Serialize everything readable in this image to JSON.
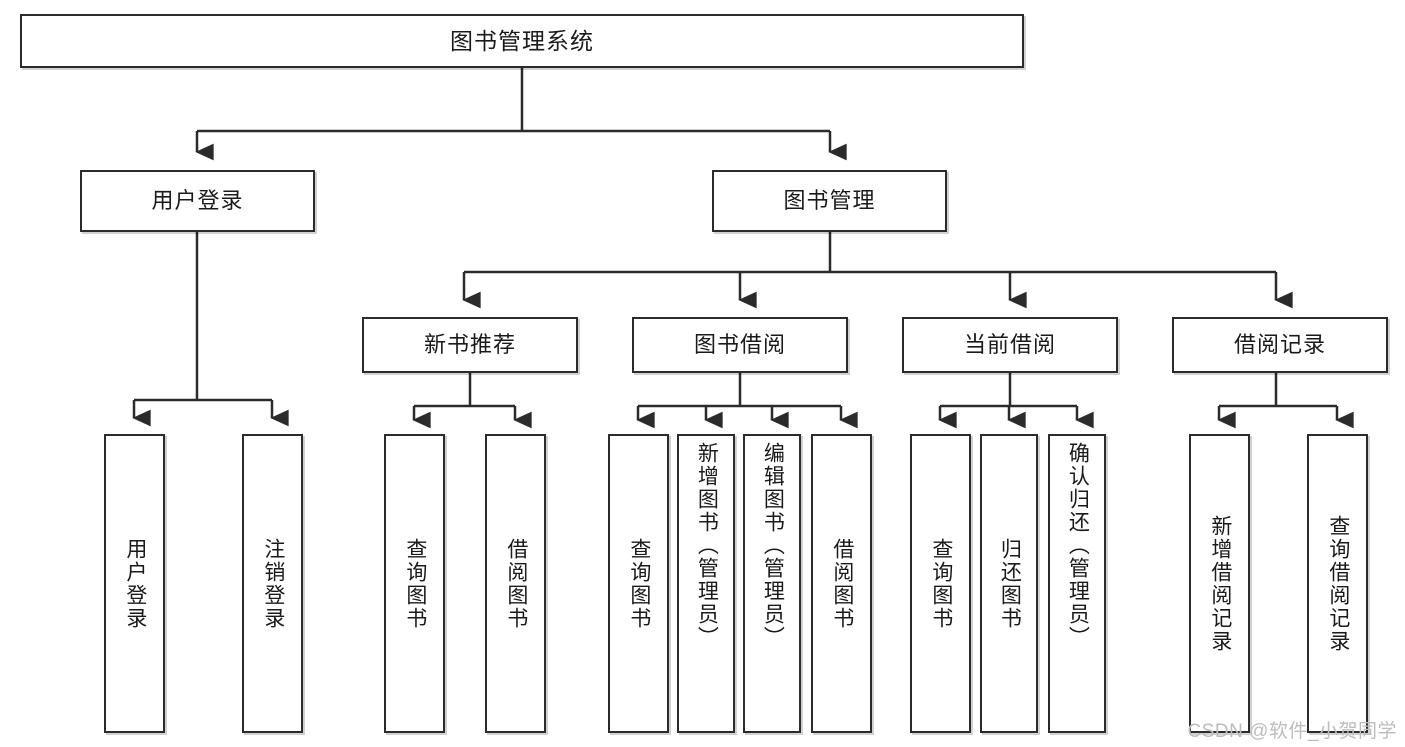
{
  "diagram": {
    "type": "tree-hierarchy-diagram",
    "title": "图书管理系统",
    "orientation": "top-down",
    "colors": {
      "box_border": "#2b2b2b",
      "box_fill": "#ffffff",
      "connector": "#2b2b2b",
      "text": "#1a1a1a",
      "watermark": "#bdbdbd",
      "background": "#ffffff"
    },
    "root": {
      "label": "图书管理系统",
      "name": "node-book-management-system"
    },
    "level2": [
      {
        "label": "用户登录",
        "name": "node-user-login"
      },
      {
        "label": "图书管理",
        "name": "node-book-management"
      }
    ],
    "level3": [
      {
        "label": "新书推荐",
        "name": "node-new-book-recommendation"
      },
      {
        "label": "图书借阅",
        "name": "node-book-borrowing"
      },
      {
        "label": "当前借阅",
        "name": "node-current-borrowing"
      },
      {
        "label": "借阅记录",
        "name": "node-borrowing-records"
      }
    ],
    "leaves": {
      "user_login": [
        {
          "label": "用户登录",
          "name": "leaf-user-login"
        },
        {
          "label": "注销登录",
          "name": "leaf-logout"
        }
      ],
      "new_book_recommendation": [
        {
          "label": "查询图书",
          "name": "leaf-query-book-recommend"
        },
        {
          "label": "借阅图书",
          "name": "leaf-borrow-book-recommend"
        }
      ],
      "book_borrowing": [
        {
          "label": "查询图书",
          "name": "leaf-query-book-borrow"
        },
        {
          "label": "新增图书（管理员）",
          "name": "leaf-add-book-admin"
        },
        {
          "label": "编辑图书（管理员）",
          "name": "leaf-edit-book-admin"
        },
        {
          "label": "借阅图书",
          "name": "leaf-borrow-book"
        }
      ],
      "current_borrowing": [
        {
          "label": "查询图书",
          "name": "leaf-query-book-current"
        },
        {
          "label": "归还图书",
          "name": "leaf-return-book"
        },
        {
          "label": "确认归还（管理员）",
          "name": "leaf-confirm-return-admin"
        }
      ],
      "borrowing_records": [
        {
          "label": "新增借阅记录",
          "name": "leaf-add-borrow-record"
        },
        {
          "label": "查询借阅记录",
          "name": "leaf-query-borrow-record"
        }
      ]
    },
    "watermark": "CSDN @软件_小贺同学"
  }
}
